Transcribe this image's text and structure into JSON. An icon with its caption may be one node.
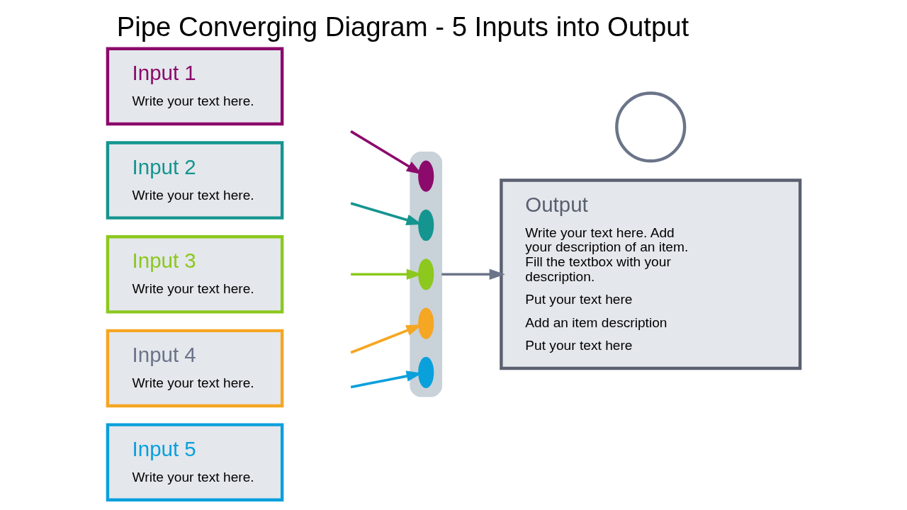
{
  "diagram": {
    "title": "Pipe Converging Diagram - 5 Inputs into Output",
    "nodes": [
      {
        "text": [
          "Input 1",
          "Write your text here."
        ]
      },
      {
        "text": [
          "Input 2",
          "Write your text here."
        ]
      },
      {
        "text": [
          "Input 3",
          "Write your text here."
        ]
      },
      {
        "text": [
          "Input 4",
          "Write your text here."
        ]
      },
      {
        "text": [
          "Input 5",
          "Write your text here."
        ]
      },
      {
        "text": [],
        "shape": "pipe"
      },
      {
        "text": [],
        "shape": "ellipse",
        "in": 5
      },
      {
        "text": [],
        "shape": "ellipse",
        "in": 5
      },
      {
        "text": [],
        "shape": "ellipse",
        "in": 5
      },
      {
        "text": [],
        "shape": "ellipse",
        "in": 5
      },
      {
        "text": [],
        "shape": "ellipse",
        "in": 5
      },
      {
        "text": [],
        "shape": "circle"
      },
      {
        "text": [
          "Output",
          "Write your text here. Add your description of an item. Fill the textbox with your description.",
          "Put your text here",
          "Add an item description",
          "Put your text here"
        ]
      }
    ],
    "edges": [
      {
        "from": null,
        "to": 6,
        "arrow": "to",
        "color": "#8b0a6b"
      },
      {
        "from": null,
        "to": 7,
        "arrow": "to",
        "color": "#14958f"
      },
      {
        "from": null,
        "to": 8,
        "arrow": "to",
        "color": "#8cc81e"
      },
      {
        "from": null,
        "to": 9,
        "arrow": "to",
        "color": "#f5a623"
      },
      {
        "from": null,
        "to": 10,
        "arrow": "to",
        "color": "#0aa0dc"
      },
      {
        "from": 5,
        "to": 12,
        "arrow": "to",
        "color": "#6b7489"
      }
    ]
  }
}
